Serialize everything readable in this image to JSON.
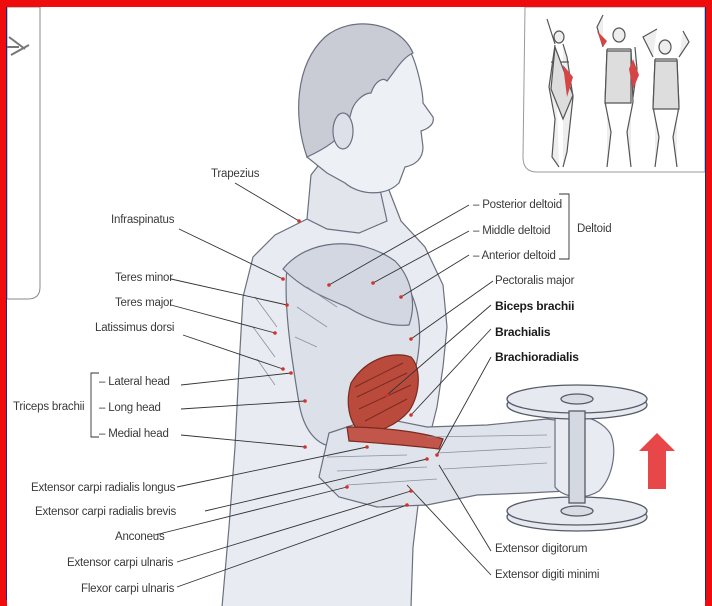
{
  "colors": {
    "frame": "#ee0c0c",
    "background": "#0d2a8a",
    "arrow": "#e8474a",
    "muscle_highlight": "#c0392b"
  },
  "labels": {
    "trapezius": "Trapezius",
    "infraspinatus": "Infraspinatus",
    "teres_minor": "Teres minor",
    "teres_major": "Teres major",
    "latissimus_dorsi": "Latissimus dorsi",
    "triceps_brachii": "Triceps brachii",
    "lateral_head": "– Lateral head",
    "long_head": "– Long head",
    "medial_head": "– Medial head",
    "extensor_carpi_radialis_longus": "Extensor carpi radialis longus",
    "extensor_carpi_radialis_brevis": "Extensor carpi radialis brevis",
    "anconeus": "Anconeus",
    "extensor_carpi_ulnaris": "Extensor carpi ulnaris",
    "flexor_carpi_ulnaris": "Flexor carpi ulnaris",
    "posterior_deltoid": "– Posterior deltoid",
    "middle_deltoid": "– Middle deltoid",
    "anterior_deltoid": "– Anterior deltoid",
    "deltoid": "Deltoid",
    "pectoralis_major": "Pectoralis major",
    "biceps_brachii": "Biceps brachii",
    "brachialis": "Brachialis",
    "brachioradialis": "Brachioradialis",
    "extensor_digitorum": "Extensor digitorum",
    "extensor_digiti_minimi": "Extensor digiti minimi"
  }
}
